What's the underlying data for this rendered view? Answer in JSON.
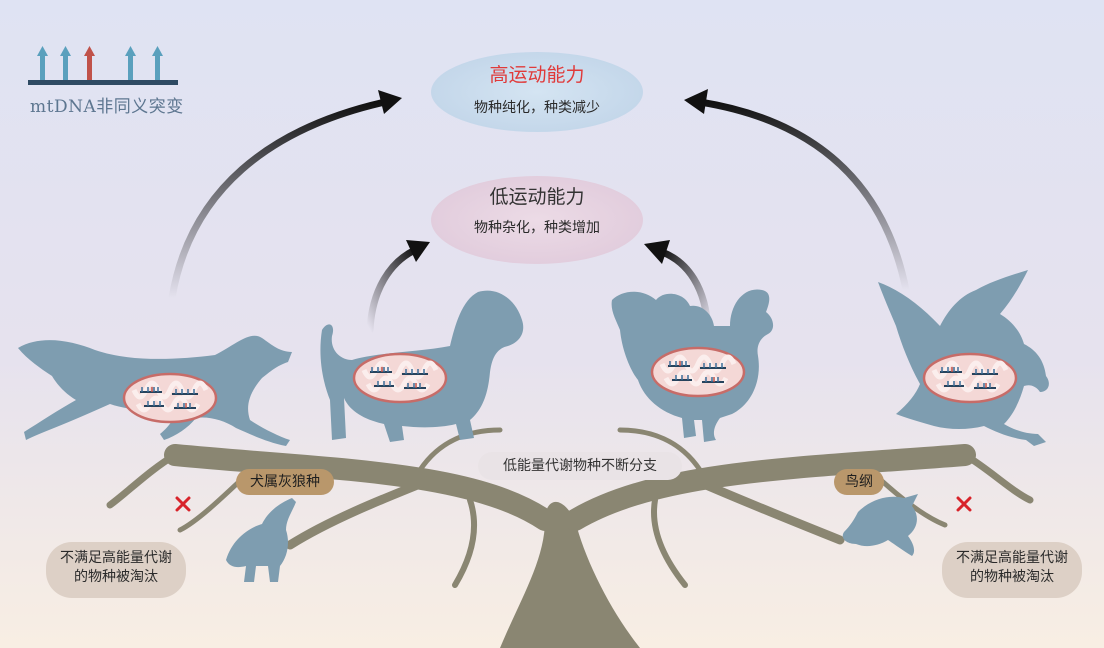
{
  "legend": {
    "text": "mtDNA非同义突变"
  },
  "high_capacity": {
    "title": "高运动能力",
    "subtitle": "物种纯化，种类减少"
  },
  "low_capacity": {
    "title": "低运动能力",
    "subtitle": "物种杂化，种类增加"
  },
  "tree": {
    "branching_text": "低能量代谢物种不断分支",
    "canid_label": "犬属灰狼种",
    "bird_label": "鸟纲"
  },
  "eliminated": {
    "left": {
      "line1": "不满足高能量代谢",
      "line2": "的物种被淘汰"
    },
    "right": {
      "line1": "不满足高能量代谢",
      "line2": "的物种被淘汰"
    }
  },
  "colors": {
    "silhouette": "#7e9db0",
    "tree": "#8a8672",
    "high_ellipse": "#cbdcec",
    "low_ellipse": "#e7d3df",
    "label_tag": "#b9976b",
    "mutation_red": "#c0524a",
    "cross_red": "#d8232a",
    "high_title_red": "#e03a3a"
  }
}
